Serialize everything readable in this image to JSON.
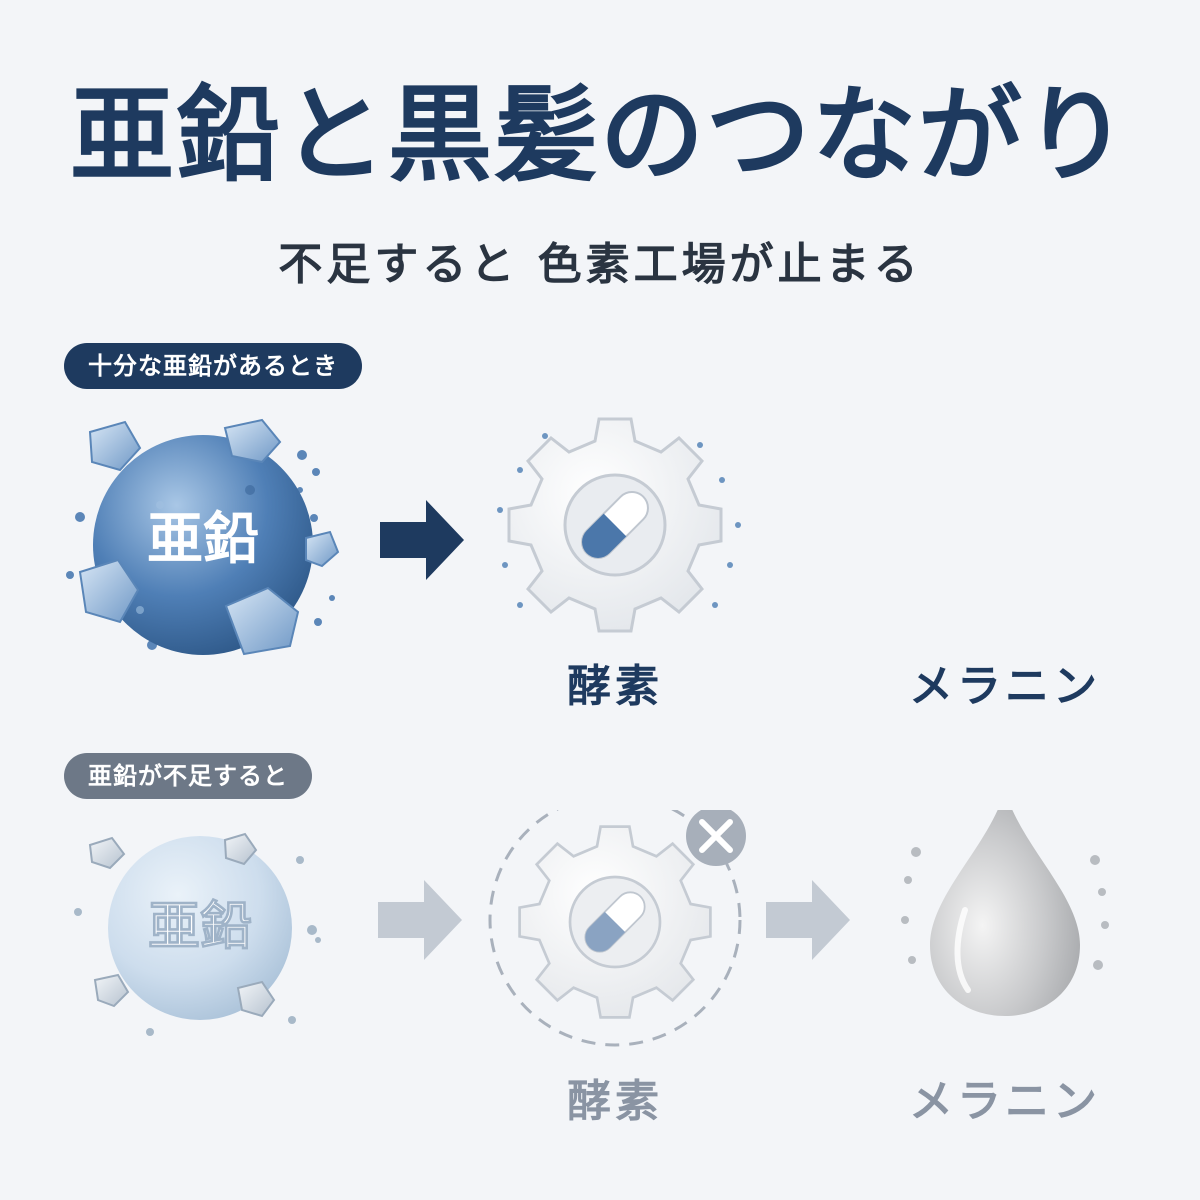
{
  "title": "亜鉛と黒髪のつながり",
  "subtitle": "不足すると 色素工場が止まる",
  "sections": [
    {
      "label": "十分な亜鉛があるとき",
      "zinc_label": "亜鉛",
      "enzyme_label": "酵素",
      "melanin_label": "メラニン",
      "state": "active"
    },
    {
      "label": "亜鉛が不足すると",
      "zinc_label": "亜鉛",
      "enzyme_label": "酵素",
      "melanin_label": "メラニン",
      "state": "blocked"
    }
  ],
  "colors": {
    "navy": "#1e3a5f",
    "zinc_blue": "#4a78ad",
    "zinc_pale": "#c9dbea",
    "melanin_black": "#111111",
    "melanin_gray": "#c4c6c9",
    "arrow_gray": "#c3cad3"
  },
  "icons": {
    "zinc": "zinc-crystal-sphere-icon",
    "enzyme": "gear-capsule-icon",
    "melanin": "droplet-icon",
    "blocked": "close-x-icon",
    "flow": "arrow-right-icon"
  }
}
